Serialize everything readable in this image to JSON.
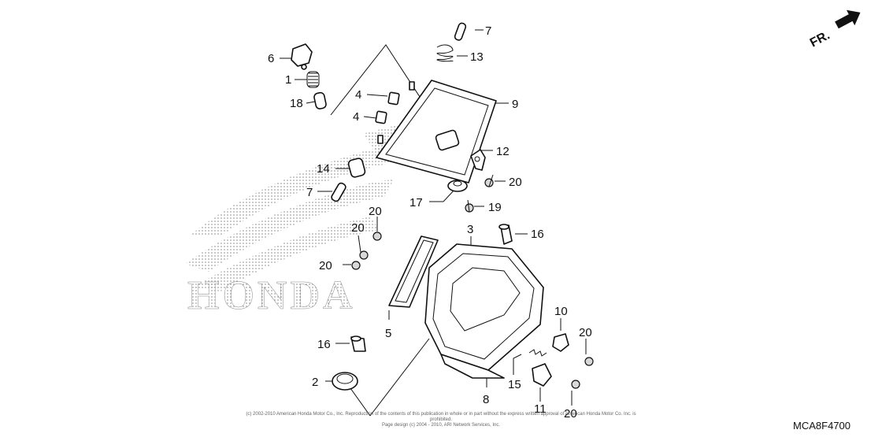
{
  "diagram": {
    "orientation_label": "FR.",
    "code": "MCA8F4700",
    "copyright_lines": [
      "(c) 2002-2010 American Honda Motor Co., Inc. Reproduction of the contents of this publication in whole or in part without the express written approval of American Honda Motor Co. Inc. is prohibited.",
      "Page design (c) 2004 - 2010, ARI Network Services, Inc."
    ],
    "watermark_brand": "HONDA",
    "callouts": [
      {
        "id": "7a",
        "label": "7"
      },
      {
        "id": "13",
        "label": "13"
      },
      {
        "id": "6",
        "label": "6"
      },
      {
        "id": "1",
        "label": "1"
      },
      {
        "id": "18",
        "label": "18"
      },
      {
        "id": "4a",
        "label": "4"
      },
      {
        "id": "4b",
        "label": "4"
      },
      {
        "id": "9",
        "label": "9"
      },
      {
        "id": "12",
        "label": "12"
      },
      {
        "id": "14",
        "label": "14"
      },
      {
        "id": "20a",
        "label": "20"
      },
      {
        "id": "7b",
        "label": "7"
      },
      {
        "id": "17",
        "label": "17"
      },
      {
        "id": "19",
        "label": "19"
      },
      {
        "id": "20b",
        "label": "20"
      },
      {
        "id": "3",
        "label": "3"
      },
      {
        "id": "16a",
        "label": "16"
      },
      {
        "id": "20c",
        "label": "20"
      },
      {
        "id": "20d",
        "label": "20"
      },
      {
        "id": "5",
        "label": "5"
      },
      {
        "id": "10",
        "label": "10"
      },
      {
        "id": "20e",
        "label": "20"
      },
      {
        "id": "16b",
        "label": "16"
      },
      {
        "id": "15",
        "label": "15"
      },
      {
        "id": "2",
        "label": "2"
      },
      {
        "id": "8",
        "label": "8"
      },
      {
        "id": "11",
        "label": "11"
      },
      {
        "id": "20f",
        "label": "20"
      }
    ]
  }
}
